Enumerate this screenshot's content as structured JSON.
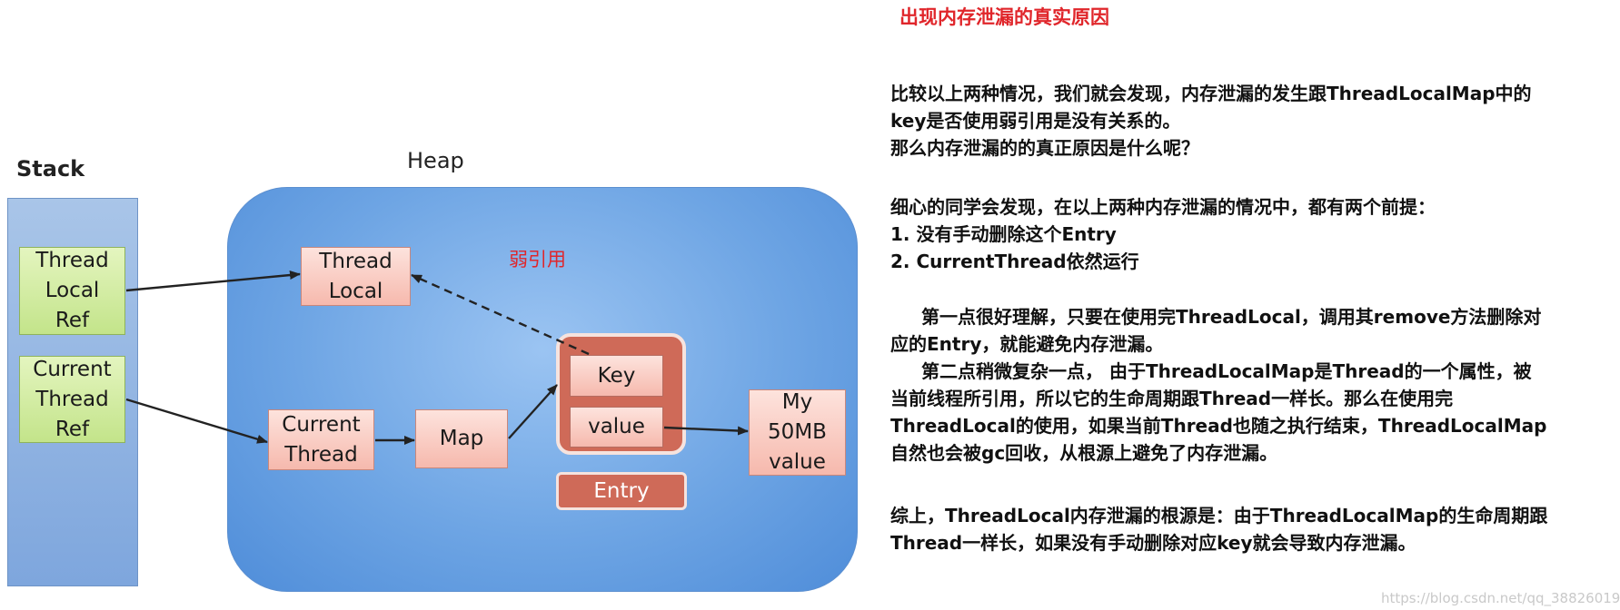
{
  "diagram": {
    "stack_label": "Stack",
    "heap_label": "Heap",
    "weak_ref_label": "弱引用",
    "thread_local_ref": [
      "Thread",
      "Local",
      "Ref"
    ],
    "current_thread_ref": [
      "Current",
      "Thread",
      "Ref"
    ],
    "thread_local": [
      "Thread",
      "Local"
    ],
    "current_thread": [
      "Current",
      "Thread"
    ],
    "map": "Map",
    "key": "Key",
    "value": "value",
    "entry": "Entry",
    "my_value": [
      "My",
      "50MB",
      "value"
    ],
    "colors": {
      "stack_panel": "#8fb3e2",
      "heap_panel": "#6ea5e4",
      "stack_box": "#c3e48a",
      "heap_box": "#f6b9ad",
      "entry": "#cf6a58",
      "weak_ref_text": "#e0262b"
    }
  },
  "text": {
    "title": "出现内存泄漏的真实原因",
    "p1": [
      "比较以上两种情况，我们就会发现，内存泄漏的发生跟ThreadLocalMap中的",
      "key是否使用弱引用是没有关系的。",
      "那么内存泄漏的的真正原因是什么呢？"
    ],
    "p2": [
      "细心的同学会发现，在以上两种内存泄漏的情况中，都有两个前提：",
      "1. 没有手动删除这个Entry",
      "2. CurrentThread依然运行"
    ],
    "p3": [
      "第一点很好理解，只要在使用完ThreadLocal，调用其remove方法删除对",
      "应的Entry，就能避免内存泄漏。",
      "第二点稍微复杂一点， 由于ThreadLocalMap是Thread的一个属性，被",
      "当前线程所引用，所以它的生命周期跟Thread一样长。那么在使用完",
      "ThreadLocal的使用，如果当前Thread也随之执行结束，ThreadLocalMap",
      "自然也会被gc回收，从根源上避免了内存泄漏。"
    ],
    "p4": [
      "综上，ThreadLocal内存泄漏的根源是：由于ThreadLocalMap的生命周期跟",
      "Thread一样长，如果没有手动删除对应key就会导致内存泄漏。"
    ]
  },
  "watermark": "https://blog.csdn.net/qq_38826019"
}
